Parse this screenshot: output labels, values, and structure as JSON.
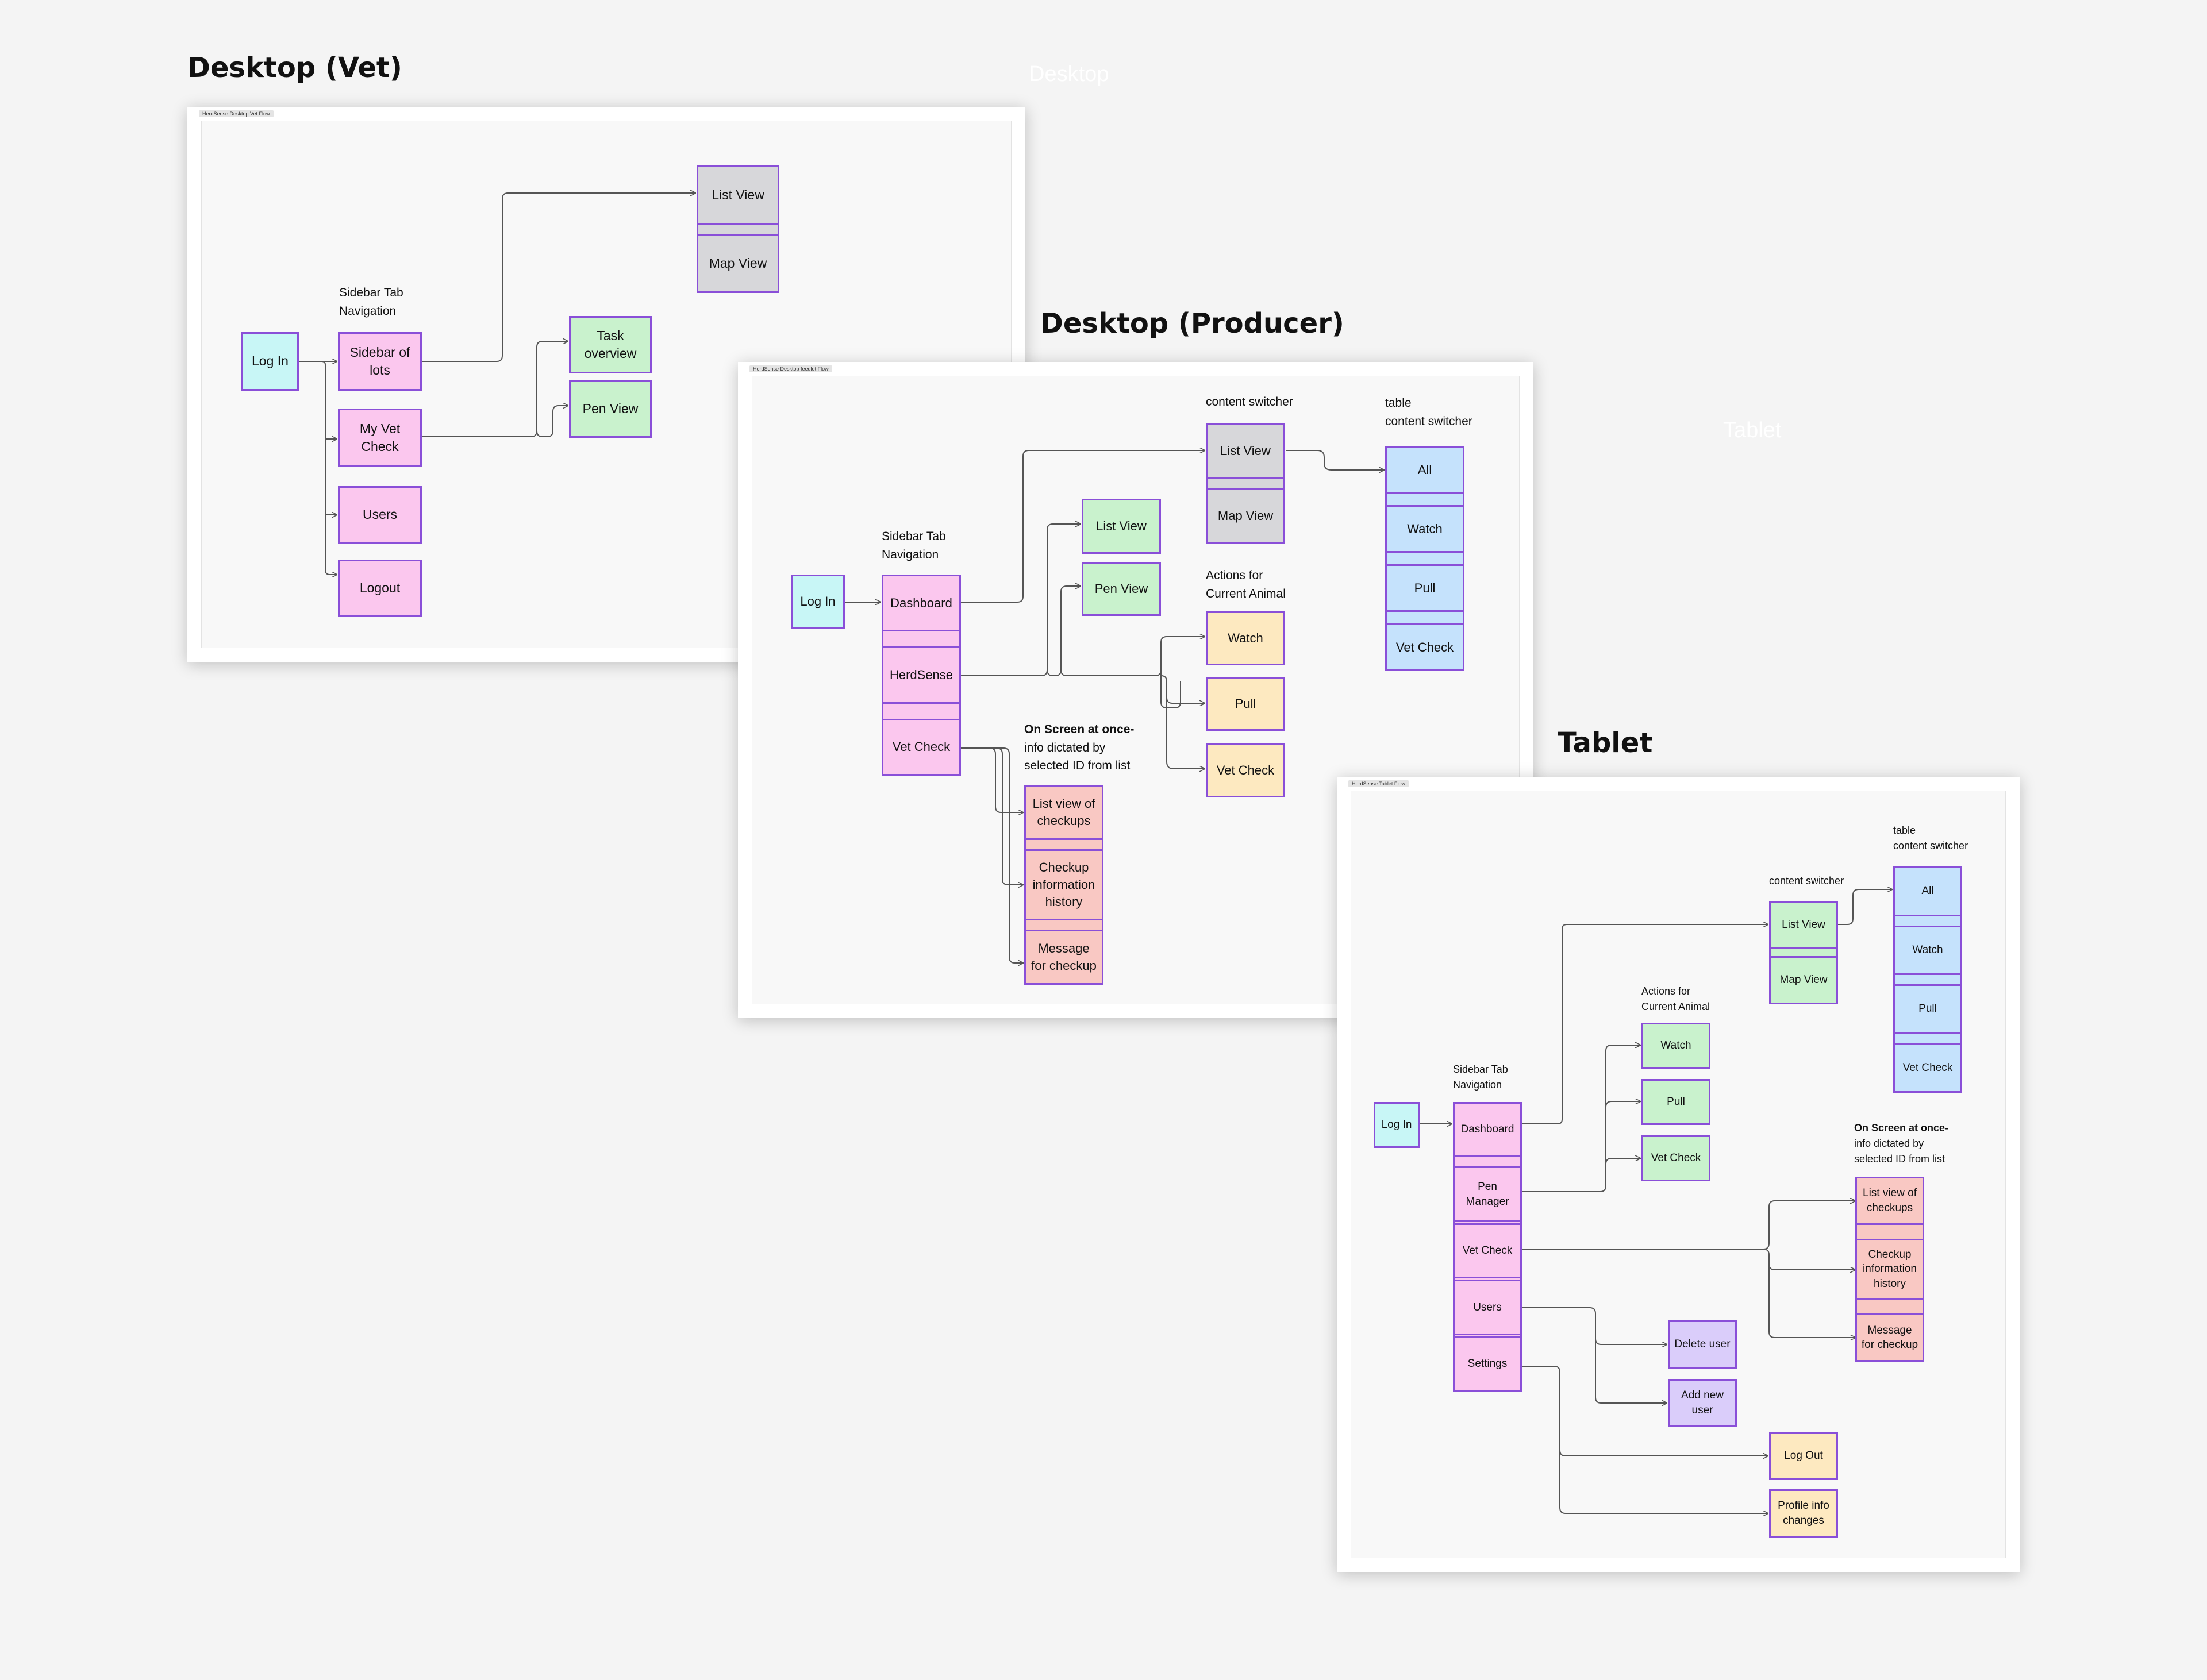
{
  "titles": {
    "desktop_vet": "Desktop (Vet)",
    "desktop_producer": "Desktop (Producer)",
    "tablet": "Tablet",
    "ghost_desktop": "Desktop",
    "ghost_tablet": "Tablet"
  },
  "vet": {
    "tag": "HerdSense Desktop Vet Flow",
    "label_nav_1": "Sidebar Tab",
    "label_nav_2": "Navigation",
    "login": "Log In",
    "sidebar_of_lots": "Sidebar of lots",
    "my_vet_check": "My Vet Check",
    "users": "Users",
    "logout": "Logout",
    "list_view": "List View",
    "map_view": "Map View",
    "task_overview": "Task overview",
    "pen_view": "Pen View"
  },
  "producer": {
    "tag": "HerdSense Desktop feedlot Flow",
    "label_nav_1": "Sidebar Tab",
    "label_nav_2": "Navigation",
    "label_switcher": "content switcher",
    "label_table_1": "table",
    "label_table_2": "content switcher",
    "label_actions_1": "Actions for",
    "label_actions_2": "Current Animal",
    "label_onscreen_1": "On Screen at once-",
    "label_onscreen_2": "info dictated by",
    "label_onscreen_3": "selected ID from list",
    "login": "Log In",
    "dashboard": "Dashboard",
    "herdsense": "HerdSense",
    "vet_check": "Vet Check",
    "list_view": "List View",
    "map_view": "Map View",
    "green_list_view": "List View",
    "green_pen_view": "Pen View",
    "watch": "Watch",
    "pull": "Pull",
    "action_vet_check": "Vet Check",
    "table_all": "All",
    "table_watch": "Watch",
    "table_pull": "Pull",
    "table_vet_check": "Vet Check",
    "list_of_checkups": "List view of checkups",
    "checkup_history": "Checkup information history",
    "message_checkup": "Message for checkup"
  },
  "tablet": {
    "tag": "HerdSense Tablet Flow",
    "label_nav_1": "Sidebar Tab",
    "label_nav_2": "Navigation",
    "label_switcher": "content switcher",
    "label_table_1": "table",
    "label_table_2": "content switcher",
    "label_actions_1": "Actions for",
    "label_actions_2": "Current Animal",
    "label_onscreen_1": "On Screen at once-",
    "label_onscreen_2": "info dictated by",
    "label_onscreen_3": "selected ID from list",
    "login": "Log In",
    "dashboard": "Dashboard",
    "pen_manager": "Pen Manager",
    "vet_check": "Vet Check",
    "users": "Users",
    "settings": "Settings",
    "list_view": "List View",
    "map_view": "Map View",
    "watch": "Watch",
    "pull": "Pull",
    "action_vet_check": "Vet Check",
    "table_all": "All",
    "table_watch": "Watch",
    "table_pull": "Pull",
    "table_vet_check": "Vet Check",
    "list_of_checkups": "List view of checkups",
    "checkup_history": "Checkup information history",
    "message_checkup": "Message for checkup",
    "delete_user": "Delete user",
    "add_new_user": "Add new user",
    "log_out": "Log Out",
    "profile_info": "Profile info changes"
  },
  "colors": {
    "stroke": "#8a4fd8",
    "cyan": "#c8f6f6",
    "pink": "#fbc7ee",
    "green": "#c9f2cd",
    "gray": "#d7d7da",
    "yellow": "#fde9c0",
    "blue": "#c5e2fc",
    "salmon": "#f9c8c3",
    "violet": "#dacdfa"
  }
}
